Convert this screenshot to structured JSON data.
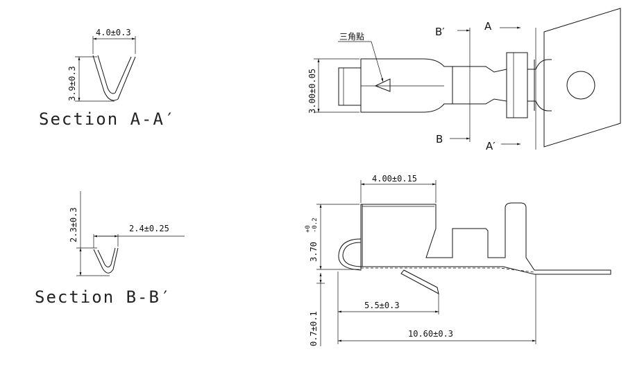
{
  "section_aa": {
    "title": "Section A-A′",
    "width_dim": "4.0±0.3",
    "height_dim": "3.9±0.3"
  },
  "section_bb": {
    "title": "Section B-B′",
    "width_dim": "2.4±0.25",
    "height_dim": "2.3±0.3"
  },
  "top_view": {
    "marker_label": "三角點",
    "height_dim": "3.00±0.05",
    "label_b_prime": "B′",
    "label_a": "A",
    "label_b": "B",
    "label_a_prime": "A′"
  },
  "side_view": {
    "width_dim": "4.00±0.15",
    "height_dim": "3.70",
    "height_tol_plus": "+0",
    "height_tol_minus": "-0.2",
    "offset_dim": "0.7±0.1",
    "mid_dim": "5.5±0.3",
    "overall_dim": "10.60±0.3"
  }
}
